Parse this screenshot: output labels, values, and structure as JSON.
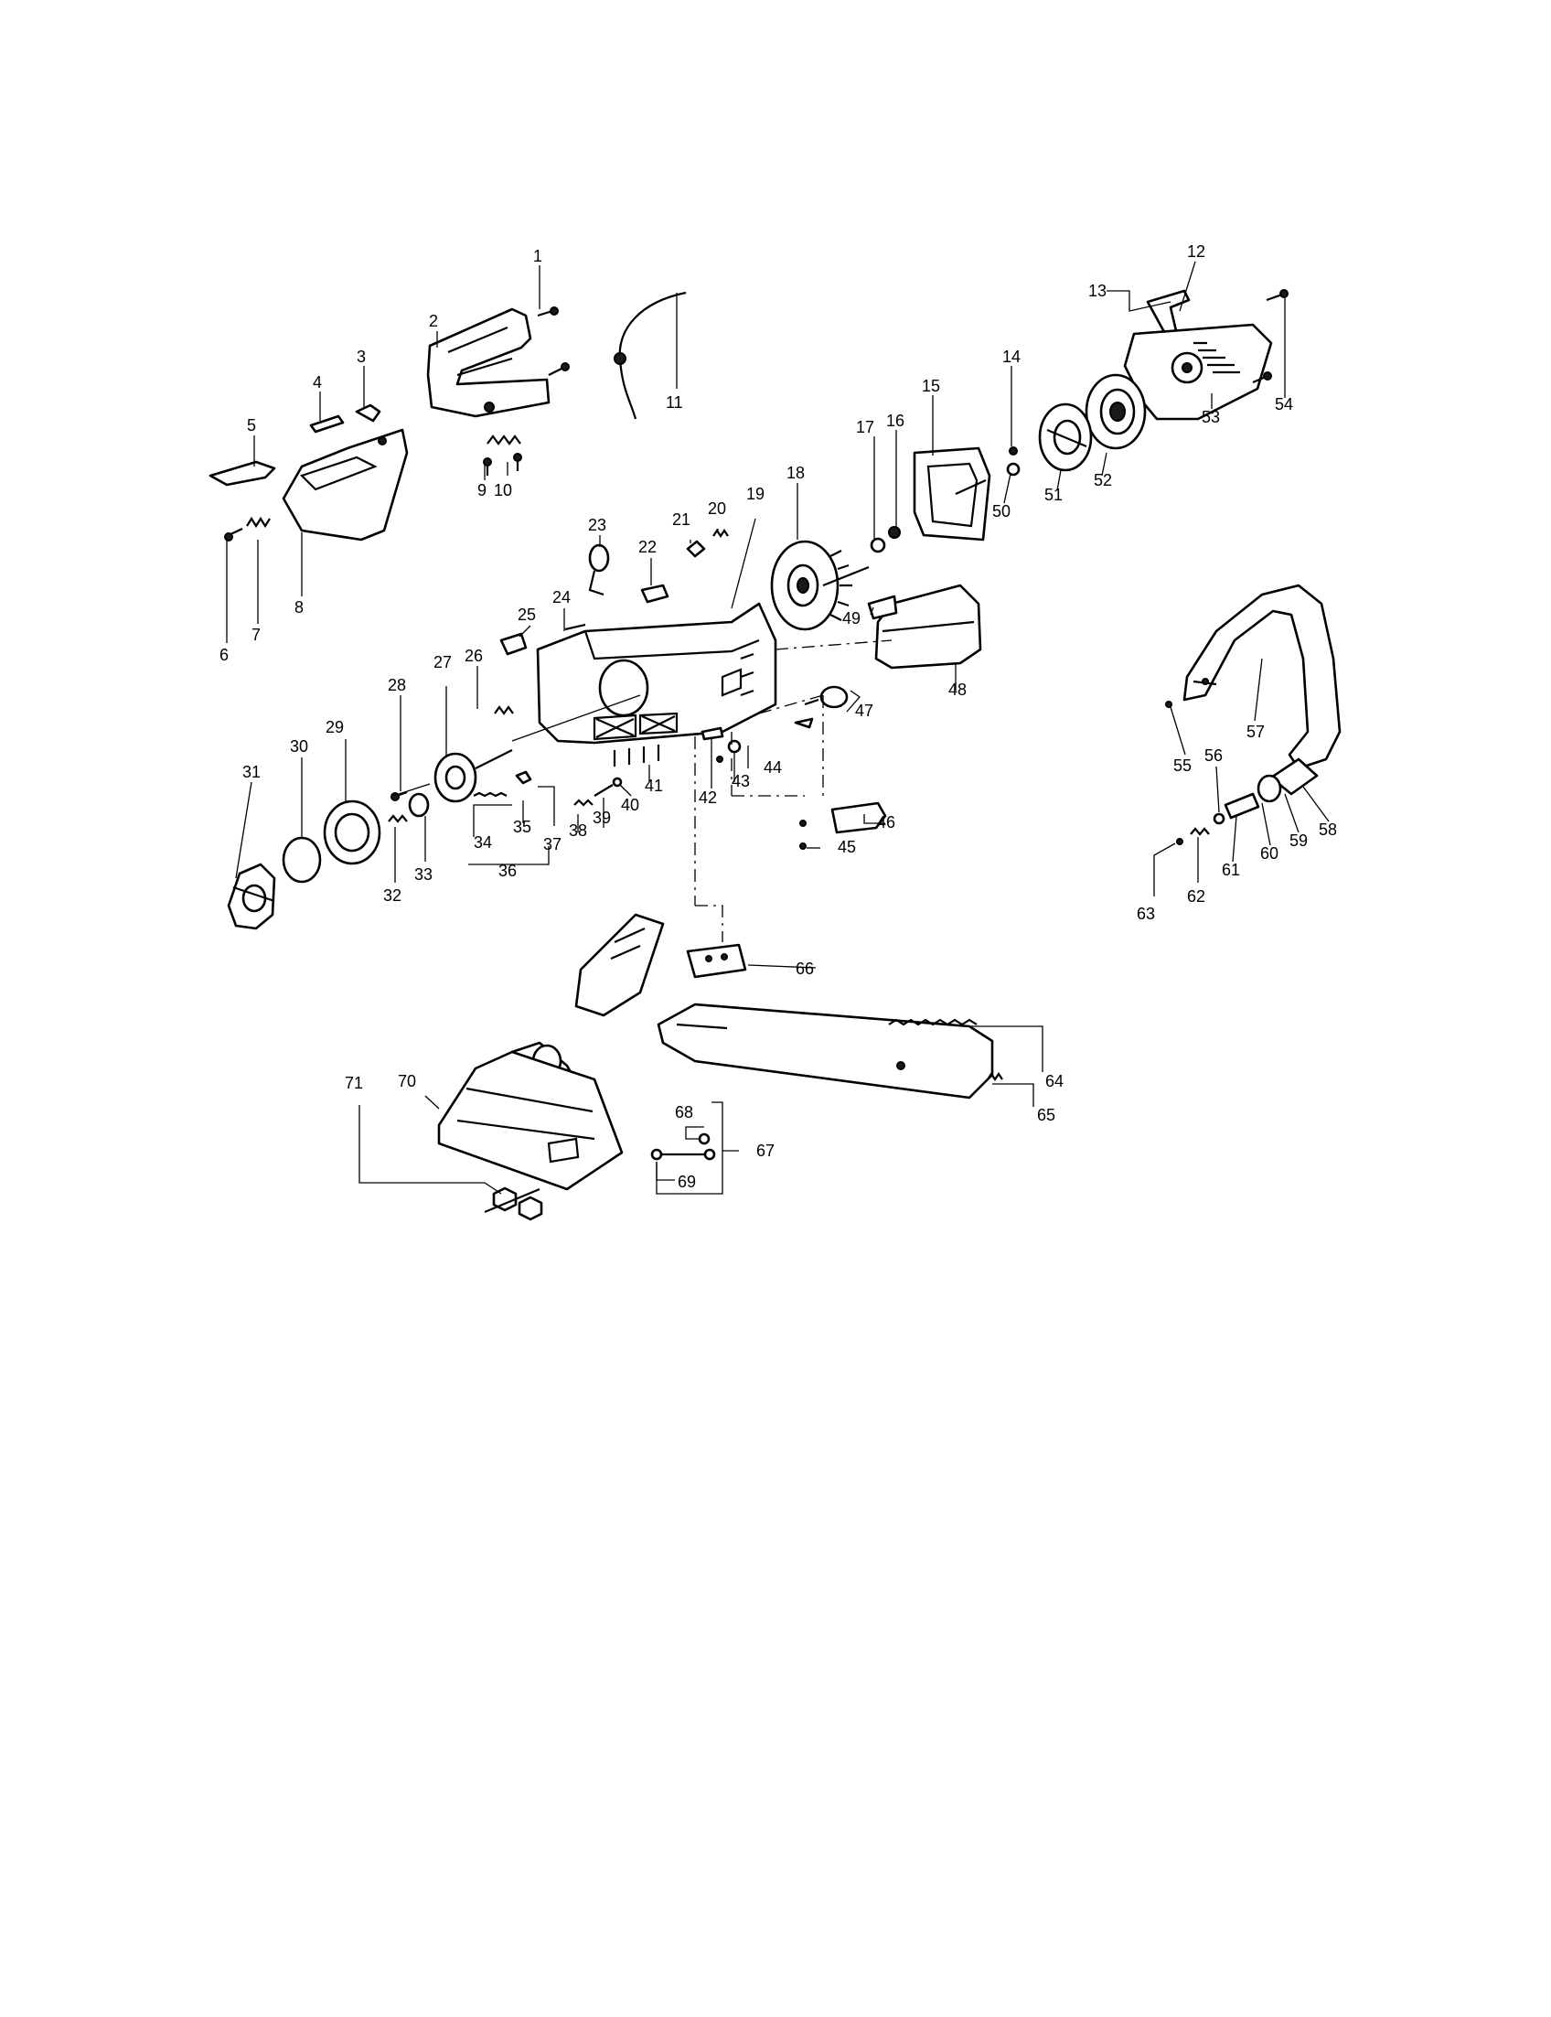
{
  "diagram": {
    "callouts": [
      "1",
      "2",
      "3",
      "4",
      "5",
      "6",
      "7",
      "8",
      "9",
      "10",
      "11",
      "12",
      "13",
      "14",
      "15",
      "16",
      "17",
      "18",
      "19",
      "20",
      "21",
      "22",
      "23",
      "24",
      "25",
      "26",
      "27",
      "28",
      "29",
      "30",
      "31",
      "32",
      "33",
      "34",
      "35",
      "36",
      "37",
      "38",
      "39",
      "40",
      "41",
      "42",
      "43",
      "44",
      "45",
      "46",
      "47",
      "48",
      "49",
      "50",
      "51",
      "52",
      "53",
      "54",
      "55",
      "56",
      "57",
      "58",
      "59",
      "60",
      "61",
      "62",
      "63",
      "64",
      "65",
      "66",
      "67",
      "68",
      "69",
      "70",
      "71"
    ],
    "colors": {
      "ink": "#000000",
      "paper": "#ffffff"
    }
  }
}
